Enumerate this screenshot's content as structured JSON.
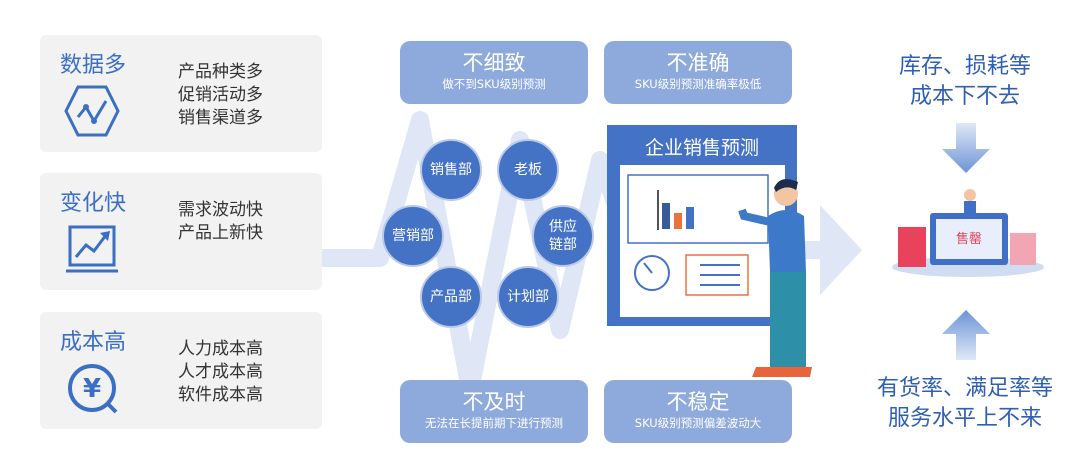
{
  "left_cards": [
    {
      "title": "数据多",
      "icon": "hexagon-chart-icon",
      "lines": [
        "产品种类多",
        "促销活动多",
        "销售渠道多"
      ]
    },
    {
      "title": "变化快",
      "icon": "trend-up-chart-icon",
      "lines": [
        "需求波动快",
        "产品上新快"
      ]
    },
    {
      "title": "成本高",
      "icon": "yen-coin-icon",
      "lines": [
        "人力成本高",
        "人才成本高",
        "软件成本高"
      ]
    }
  ],
  "problems": [
    {
      "title": "不细致",
      "desc": "做不到SKU级别预测"
    },
    {
      "title": "不准确",
      "desc": "SKU级别预测准确率极低"
    },
    {
      "title": "不及时",
      "desc": "无法在长提前期下进行预测"
    },
    {
      "title": "不稳定",
      "desc": "SKU级别预测偏差波动大"
    }
  ],
  "departments": [
    "销售部",
    "老板",
    "营销部",
    "供应链部",
    "产品部",
    "计划部"
  ],
  "board_title": "企业销售预测",
  "right": {
    "top_lines": [
      "库存、损耗等",
      "成本下不去"
    ],
    "bottom_lines": [
      "有货率、满足率等",
      "服务水平上不来"
    ],
    "shop_sign": "售罄"
  },
  "colors": {
    "primary": "#4472c4",
    "box": "#8eaadc",
    "accent": "#3b6fc5"
  }
}
